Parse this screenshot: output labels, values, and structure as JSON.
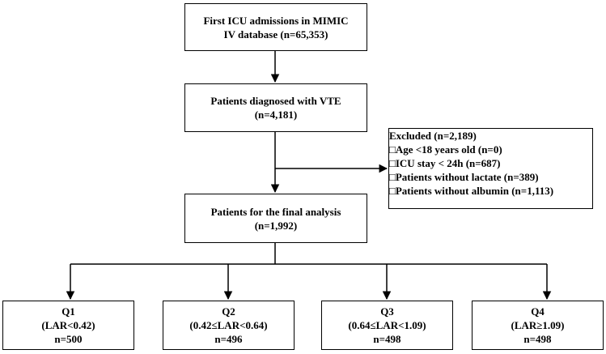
{
  "boxes": {
    "icu": {
      "lines": [
        "First ICU admissions in MIMIC",
        "IV database (n=65,353)"
      ]
    },
    "vte": {
      "lines": [
        "Patients diagnosed with VTE",
        "(n=4,181)"
      ]
    },
    "excluded": {
      "lines": [
        "Excluded (n=2,189)",
        "□Age <18 years old (n=0)",
        "□ICU stay < 24h (n=687)",
        "□Patients without lactate (n=389)",
        "□Patients without albumin (n=1,113)"
      ]
    },
    "final": {
      "lines": [
        "Patients for the final analysis",
        "(n=1,992)"
      ]
    },
    "q1": {
      "lines": [
        "Q1",
        "(LAR<0.42)",
        "n=500"
      ]
    },
    "q2": {
      "lines": [
        "Q2",
        "(0.42≤LAR<0.64)",
        "n=496"
      ]
    },
    "q3": {
      "lines": [
        "Q3",
        "(0.64≤LAR<1.09)",
        "n=498"
      ]
    },
    "q4": {
      "lines": [
        "Q4",
        "(LAR≥1.09)",
        "n=498"
      ]
    }
  }
}
